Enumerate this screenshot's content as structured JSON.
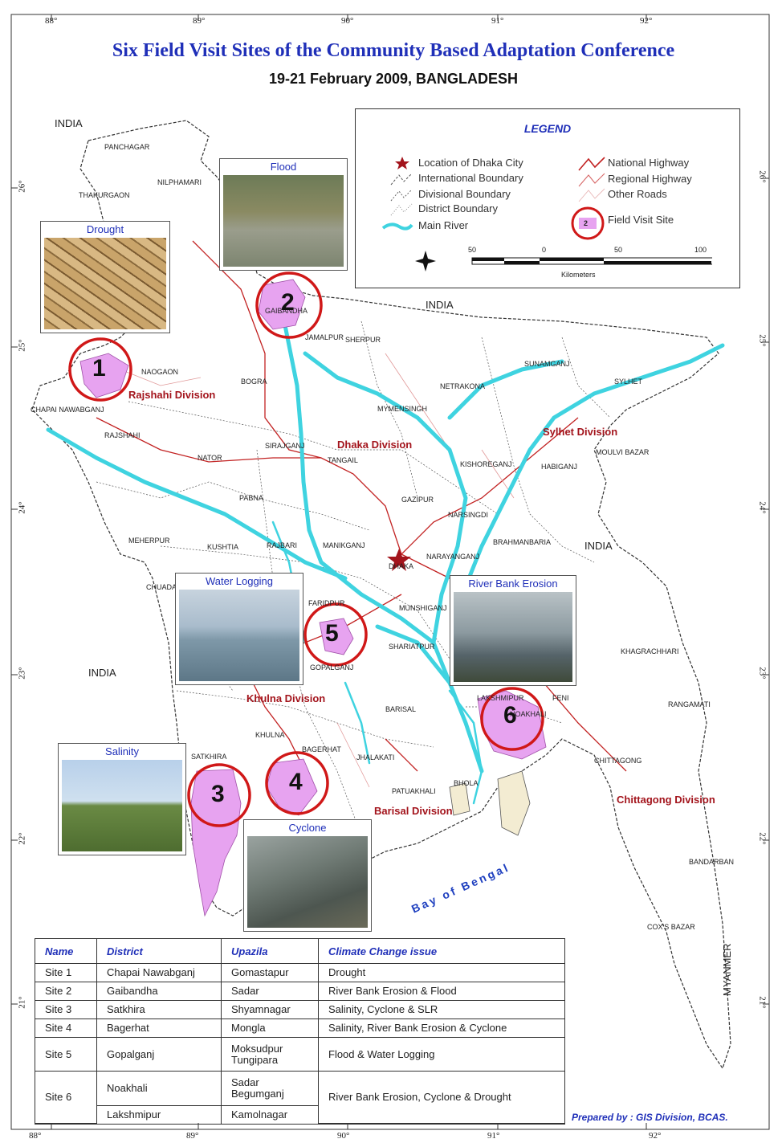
{
  "title": "Six Field Visit Sites of the Community Based Adaptation Conference",
  "subtitle": "19-21 February 2009, BANGLADESH",
  "axes": {
    "top": [
      "88°",
      "89°",
      "90°",
      "91°",
      "92°"
    ],
    "bottom": [
      "88°",
      "89°",
      "90°",
      "91°",
      "92°"
    ],
    "left": [
      "26°",
      "25°",
      "24°",
      "23°",
      "22°",
      "21°"
    ],
    "right": [
      "26°",
      "25°",
      "24°",
      "23°",
      "22°",
      "21°"
    ]
  },
  "legend": {
    "title": "LEGEND",
    "items": [
      "Location of Dhaka City",
      "International Boundary",
      "Divisional Boundary",
      "District Boundary",
      "Main River",
      "National Highway",
      "Regional Highway",
      "Other Roads",
      "Field Visit Site"
    ],
    "site_symbol_label": "2",
    "scale": [
      "50",
      "0",
      "50",
      "100"
    ],
    "scale_unit": "Kilometers"
  },
  "photos": [
    "Drought",
    "Flood",
    "Water Logging",
    "River Bank Erosion",
    "Salinity",
    "Cyclone"
  ],
  "sites": [
    "1",
    "2",
    "3",
    "4",
    "5",
    "6"
  ],
  "countries": [
    "INDIA",
    "INDIA",
    "INDIA",
    "INDIA",
    "MYANMER"
  ],
  "divisions": [
    "Rajshahi Division",
    "Dhaka Division",
    "Sylhet Division",
    "Khulna Division",
    "Barisal Division",
    "Chittagong Division"
  ],
  "sea": "Bay of Bengal",
  "places": [
    "PANCHAGAR",
    "NILPHAMARI",
    "THAKURGAON",
    "GAIBANDHA",
    "NAOGAON",
    "CHAPAI NAWABGANJ",
    "RAJSHAHI",
    "BOGRA",
    "JAMALPUR",
    "SHERPUR",
    "NETRAKONA",
    "SUNAMGANJ",
    "SYLHET",
    "MYMENSINGH",
    "SIRAJGANJ",
    "TANGAIL",
    "NATOR",
    "PABNA",
    "KISHOREGANJ",
    "HABIGANJ",
    "MOULVI BAZAR",
    "GAZIPUR",
    "NARSINGDI",
    "BRAHMANBARIA",
    "NARAYANGANJ",
    "MANIKGANJ",
    "RAJBARI",
    "KUSHTIA",
    "MEHERPUR",
    "CHUADANGA",
    "DHAKA",
    "FARIDPUR",
    "MUNSHIGANJ",
    "SHARIATPUR",
    "GOPALGANJ",
    "KHAGRACHHARI",
    "RANGAMATI",
    "LAKSHMIPUR",
    "NOAKHALI",
    "FENI",
    "BARISAL",
    "BAGERHAT",
    "KHULNA",
    "SATKHIRA",
    "JHALAKATI",
    "BHOLA",
    "PATUAKHALI",
    "CHITTAGONG",
    "BANDARBAN",
    "COX'S BAZAR"
  ],
  "table": {
    "headers": [
      "Name",
      "District",
      "Upazila",
      "Climate Change issue"
    ],
    "rows": [
      [
        "Site 1",
        "Chapai Nawabganj",
        "Gomastapur",
        "Drought"
      ],
      [
        "Site 2",
        "Gaibandha",
        "Sadar",
        "River Bank Erosion & Flood"
      ],
      [
        "Site 3",
        "Satkhira",
        "Shyamnagar",
        "Salinity, Cyclone & SLR"
      ],
      [
        "Site 4",
        "Bagerhat",
        "Mongla",
        "Salinity, River Bank Erosion & Cyclone"
      ],
      [
        "Site 5",
        "Gopalganj",
        "Moksudpur\nTungipara",
        "Flood & Water Logging"
      ],
      [
        "Site 6",
        "Noakhali",
        "Sadar\nBegumganj",
        "River Bank Erosion, Cyclone & Drought"
      ],
      [
        "",
        "Lakshmipur",
        "Kamolnagar",
        ""
      ]
    ]
  },
  "prepared_by": "Prepared by : GIS Division, BCAS.",
  "colors": {
    "title": "#1f2fb8",
    "division": "#a3141c",
    "river": "#3fd3e0",
    "highway": "#c22222",
    "site_fill": "#e7a3f0",
    "site_ring": "#d01818"
  }
}
